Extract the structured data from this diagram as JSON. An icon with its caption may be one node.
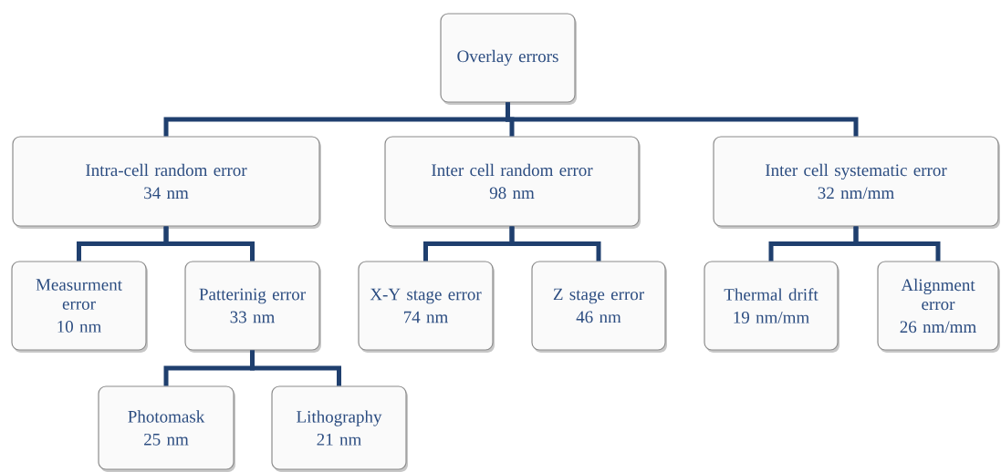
{
  "diagram": {
    "nodes": [
      {
        "text": [
          "Overlay errors"
        ]
      },
      {
        "text": [
          "Intra-cell random error",
          "34 nm"
        ]
      },
      {
        "text": [
          "Inter cell random error",
          "98 nm"
        ]
      },
      {
        "text": [
          "Inter cell systematic error",
          "32 nm/mm"
        ]
      },
      {
        "text": [
          "Measurment error",
          "10 nm"
        ]
      },
      {
        "text": [
          "Patterinig error",
          "33 nm"
        ]
      },
      {
        "text": [
          "X-Y stage error",
          "74 nm"
        ]
      },
      {
        "text": [
          "Z stage error",
          "46 nm"
        ]
      },
      {
        "text": [
          "Thermal drift",
          "19 nm/mm"
        ]
      },
      {
        "text": [
          "Alignment error",
          "26 nm/mm"
        ]
      },
      {
        "text": [
          "Photomask",
          "25 nm"
        ]
      },
      {
        "text": [
          "Lithography",
          "21 nm"
        ]
      }
    ],
    "edges": [
      {
        "from": 0,
        "to": 1,
        "arrow": "none"
      },
      {
        "from": 0,
        "to": 2,
        "arrow": "none"
      },
      {
        "from": 0,
        "to": 3,
        "arrow": "none"
      },
      {
        "from": 1,
        "to": 4,
        "arrow": "none"
      },
      {
        "from": 1,
        "to": 5,
        "arrow": "none"
      },
      {
        "from": 2,
        "to": 6,
        "arrow": "none"
      },
      {
        "from": 2,
        "to": 7,
        "arrow": "none"
      },
      {
        "from": 3,
        "to": 8,
        "arrow": "none"
      },
      {
        "from": 3,
        "to": 9,
        "arrow": "none"
      },
      {
        "from": 5,
        "to": 10,
        "arrow": "none"
      },
      {
        "from": 5,
        "to": 11,
        "arrow": "none"
      }
    ]
  }
}
